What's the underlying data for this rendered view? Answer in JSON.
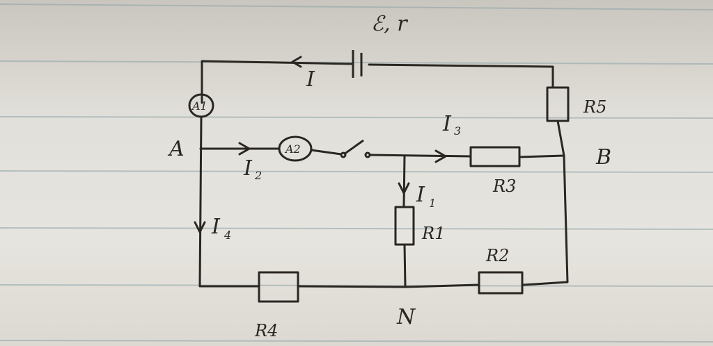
{
  "labels": {
    "emf": "ℰ, r",
    "current_main": "I",
    "ammeter_1": "A1",
    "ammeter_2": "A2",
    "node_a": "A",
    "node_b": "B",
    "node_n": "N",
    "current_2": "I",
    "current_2_sub": "2",
    "current_3": "I",
    "current_3_sub": "3",
    "current_1": "I",
    "current_1_sub": "1",
    "current_4": "I",
    "current_4_sub": "4",
    "r1": "R1",
    "r2": "R2",
    "r3": "R3",
    "r4": "R4",
    "r5": "R5"
  }
}
